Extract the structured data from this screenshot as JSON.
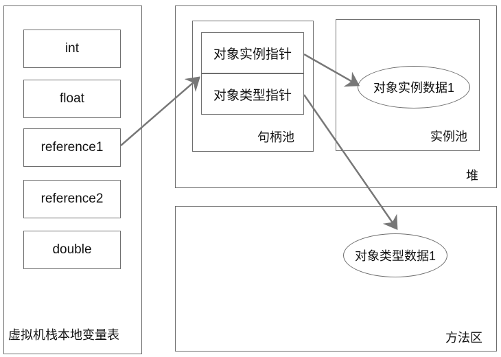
{
  "stack": {
    "title": "虚拟机栈本地变量表",
    "slots": [
      "int",
      "float",
      "reference1",
      "reference2",
      "double"
    ]
  },
  "heap": {
    "title": "堆",
    "handle_pool": {
      "title": "句柄池",
      "instance_pointer": "对象实例指针",
      "type_pointer": "对象类型指针"
    },
    "instance_pool": {
      "title": "实例池",
      "instance_data": "对象实例数据1"
    }
  },
  "method_area": {
    "title": "方法区",
    "type_data": "对象类型数据1"
  },
  "colors": {
    "border": "#6e6e6e",
    "arrow": "#777777",
    "text": "#111111"
  }
}
